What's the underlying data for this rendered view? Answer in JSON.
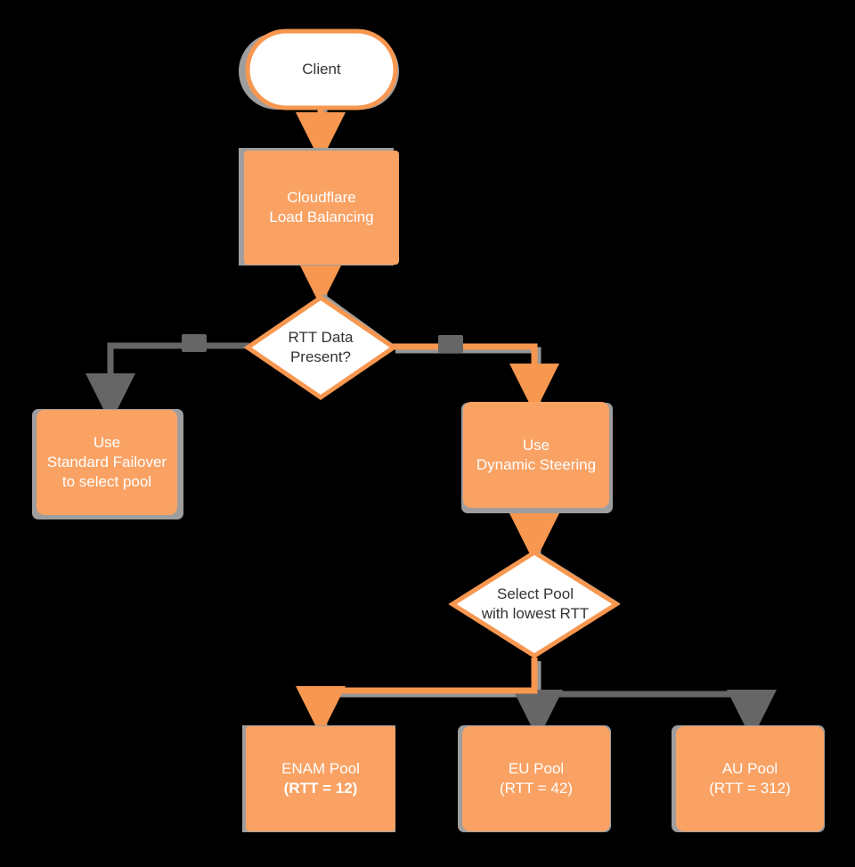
{
  "diagram": {
    "title": "Cloudflare Load Balancing decision flow",
    "type": "flowchart",
    "direction": "top-down",
    "background": "#000000",
    "colors": {
      "node_fill_orange": "#F9A264",
      "node_fill_white": "#FFFFFF",
      "node_stroke_orange": "#F79750",
      "edge_orange": "#F79750",
      "edge_gray": "#666666",
      "shadow_gray": "#9E9E9E",
      "text_dark": "#333333",
      "text_light": "#FFFFFF"
    }
  },
  "nodes": {
    "client": {
      "id": "client",
      "shape": "stadium",
      "fill": "white",
      "lines": [
        "Client"
      ]
    },
    "lb": {
      "id": "lb",
      "shape": "rect",
      "fill": "orange",
      "lines": [
        "Cloudflare",
        "Load Balancing"
      ]
    },
    "rtt_decision": {
      "id": "rtt_decision",
      "shape": "diamond",
      "fill": "white",
      "lines": [
        "RTT Data",
        "Present?"
      ]
    },
    "failover": {
      "id": "failover",
      "shape": "rect",
      "fill": "orange",
      "lines": [
        "Use",
        "Standard Failover",
        "to select pool"
      ]
    },
    "dynamic": {
      "id": "dynamic",
      "shape": "rect",
      "fill": "orange",
      "lines": [
        "Use",
        "Dynamic Steering"
      ]
    },
    "select_pool": {
      "id": "select_pool",
      "shape": "diamond",
      "fill": "white",
      "lines": [
        "Select Pool",
        "with lowest RTT"
      ]
    },
    "enam_pool": {
      "id": "enam_pool",
      "shape": "rect",
      "fill": "orange",
      "lines": [
        "ENAM Pool",
        "(RTT = 12)"
      ],
      "bold_lines": [
        1
      ]
    },
    "eu_pool": {
      "id": "eu_pool",
      "shape": "rect",
      "fill": "orange",
      "lines": [
        "EU Pool",
        "(RTT = 42)"
      ]
    },
    "au_pool": {
      "id": "au_pool",
      "shape": "rect",
      "fill": "orange",
      "lines": [
        "AU Pool",
        "(RTT = 312)"
      ]
    }
  },
  "edges": [
    {
      "id": "e-client-lb",
      "from": "client",
      "to": "lb",
      "color": "orange",
      "label": ""
    },
    {
      "id": "e-lb-rtt",
      "from": "lb",
      "to": "rtt_decision",
      "color": "orange",
      "label": ""
    },
    {
      "id": "e-rtt-failover",
      "from": "rtt_decision",
      "to": "failover",
      "color": "gray",
      "label": ""
    },
    {
      "id": "e-rtt-dynamic",
      "from": "rtt_decision",
      "to": "dynamic",
      "color": "orange",
      "label": ""
    },
    {
      "id": "e-dynamic-select",
      "from": "dynamic",
      "to": "select_pool",
      "color": "orange",
      "label": ""
    },
    {
      "id": "e-select-enam",
      "from": "select_pool",
      "to": "enam_pool",
      "color": "orange",
      "label": ""
    },
    {
      "id": "e-select-eu",
      "from": "select_pool",
      "to": "eu_pool",
      "color": "gray",
      "label": ""
    },
    {
      "id": "e-select-au",
      "from": "select_pool",
      "to": "au_pool",
      "color": "gray",
      "label": ""
    }
  ]
}
